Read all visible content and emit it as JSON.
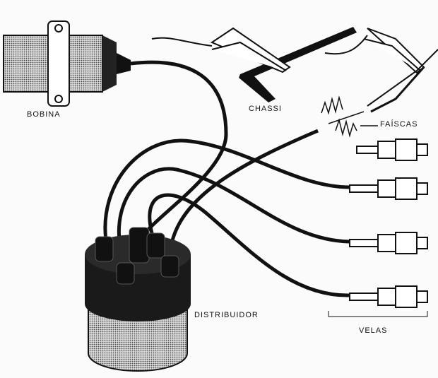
{
  "labels": {
    "coil": "BOBINA",
    "chassis": "CHASSI",
    "sparks": "FAÍSCAS",
    "distributor": "DISTRIBUIDOR",
    "plugs": "VELAS"
  },
  "colors": {
    "ink": "#111111",
    "paper": "#fbfbfb",
    "shade": "#555555"
  }
}
